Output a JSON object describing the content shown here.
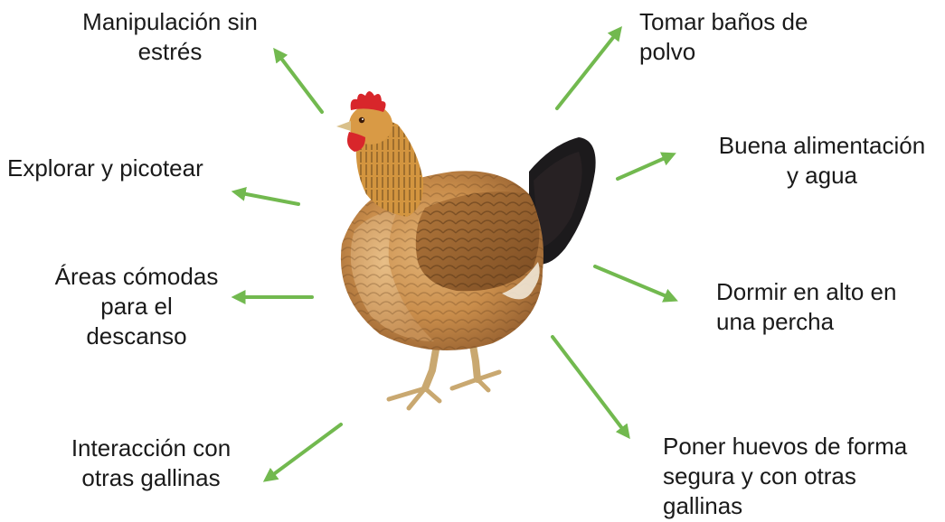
{
  "colors": {
    "arrow": "#72b94f",
    "text": "#1a1a1a",
    "background": "#ffffff"
  },
  "central_image": {
    "subject": "hen-photo",
    "icon": "hen-icon"
  },
  "labels": {
    "manipulacion": {
      "line1": "Manipulación sin",
      "line2": "estrés"
    },
    "banos": {
      "line1": "Tomar baños de",
      "line2": "polvo"
    },
    "explorar": {
      "line1": "Explorar y picotear"
    },
    "alimentacion": {
      "line1": "Buena alimentación",
      "line2": "y agua"
    },
    "areas": {
      "line1": "Áreas cómodas",
      "line2": "para el",
      "line3": "descanso"
    },
    "dormir": {
      "line1": "Dormir en alto en",
      "line2": "una percha"
    },
    "interaccion": {
      "line1": "Interacción con",
      "line2": "otras gallinas"
    },
    "huevos": {
      "line1": "Poner huevos de forma",
      "line2": "segura y con otras",
      "line3": "gallinas"
    }
  }
}
